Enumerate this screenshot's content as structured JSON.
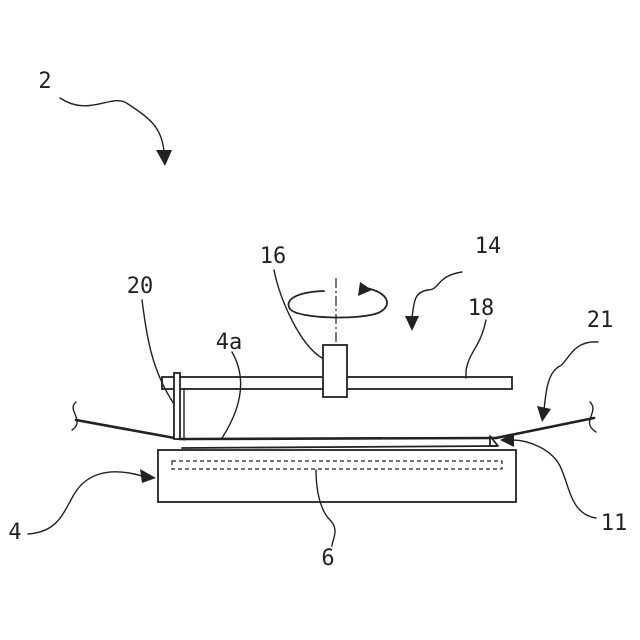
{
  "labels": {
    "apparatus": "2",
    "holding_unit": "4",
    "holding_surface": "4a",
    "porous_member": "6",
    "wafer": "11",
    "unit_14": "14",
    "spindle": "16",
    "arm": "18",
    "member_20": "20",
    "sheet": "21"
  }
}
